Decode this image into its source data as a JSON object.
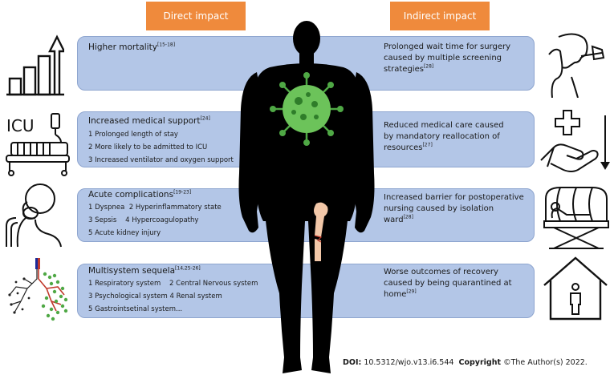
{
  "headers": {
    "direct": "Direct impact",
    "indirect": "Indirect impact"
  },
  "rows": [
    {
      "direct": {
        "title": "Higher mortality",
        "ref": "[15-18]",
        "items": []
      },
      "indirect": {
        "lines": [
          "Prolonged wait time for surgery",
          "caused by multiple screening",
          "strategies"
        ],
        "ref": "[28]"
      }
    },
    {
      "direct": {
        "title": "Increased medical support",
        "ref": "[24]",
        "items": [
          "1 Prolonged length of stay",
          "2 More likely to be admitted to ICU",
          "3 Increased ventilator and oxygen support"
        ]
      },
      "indirect": {
        "lines": [
          "Reduced medical care caused",
          "by mandatory reallocation of",
          "resources"
        ],
        "ref": "[27]"
      }
    },
    {
      "direct": {
        "title": "Acute complications",
        "ref": "[19-23]",
        "items": [
          "1 Dyspnea  2 Hyperinflammatory state",
          "3 Sepsis    4 Hypercoagulopathy",
          "5 Acute kidney injury"
        ]
      },
      "indirect": {
        "lines": [
          "Increased barrier for postoperative",
          "nursing caused by isolation",
          "ward"
        ],
        "ref": "[28]"
      }
    },
    {
      "direct": {
        "title": "Multisystem sequela",
        "ref": "[14,25-26]",
        "items": [
          "1 Respiratory system    2 Central Nervous system",
          "3 Psychological system 4 Renal system",
          "5 Gastrointsetinal system..."
        ]
      },
      "indirect": {
        "lines": [
          "Worse outcomes of recovery",
          "caused by being quarantined at",
          "home"
        ],
        "ref": "[29]"
      }
    }
  ],
  "icons": {
    "icu_label": "ICU",
    "left": [
      "rising-bar-chart-icon",
      "icu-bed-icon",
      "patient-oxygen-mask-icon",
      "lungs-icon"
    ],
    "right": [
      "nasal-swab-test-icon",
      "hand-medical-cross-decrease-icon",
      "isolation-bed-icon",
      "home-quarantine-icon"
    ]
  },
  "footer": {
    "doi_label": "DOI:",
    "doi_value": " 10.5312/wjo.v13.i6.544",
    "copyright_label": "Copyright",
    "copyright_value": " ©The Author(s) 2022."
  },
  "colors": {
    "header": "#ef8a3c",
    "box": "#b3c6e7",
    "virus": "#4fa845",
    "silhouette": "#000000"
  }
}
